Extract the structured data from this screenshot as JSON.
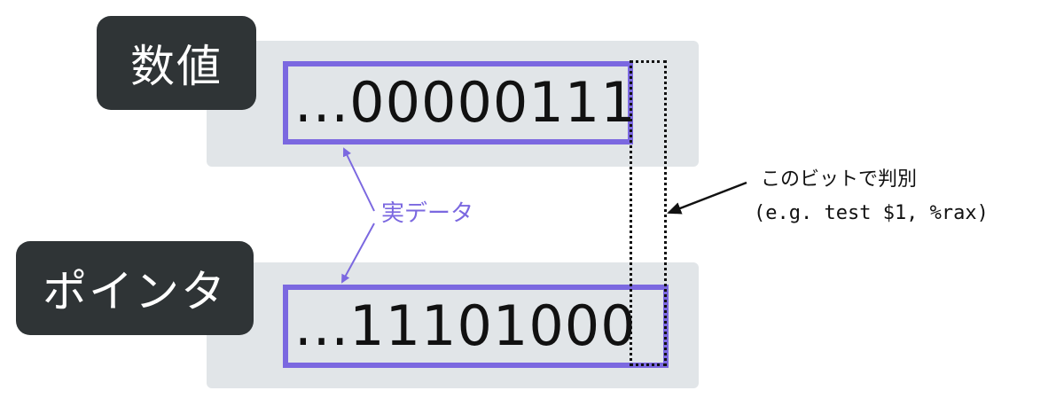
{
  "labels": {
    "number": "数値",
    "pointer": "ポインタ"
  },
  "bits": {
    "number": "...00000111",
    "pointer": "...11101000"
  },
  "annotations": {
    "real_data": "実データ",
    "bit_check": "このビットで判別",
    "instruction": "(e.g. test $1, %rax)"
  },
  "colors": {
    "panel": "#e1e5e8",
    "label_bg": "#2f3436",
    "accent": "#7b68e0",
    "text": "#111111"
  }
}
